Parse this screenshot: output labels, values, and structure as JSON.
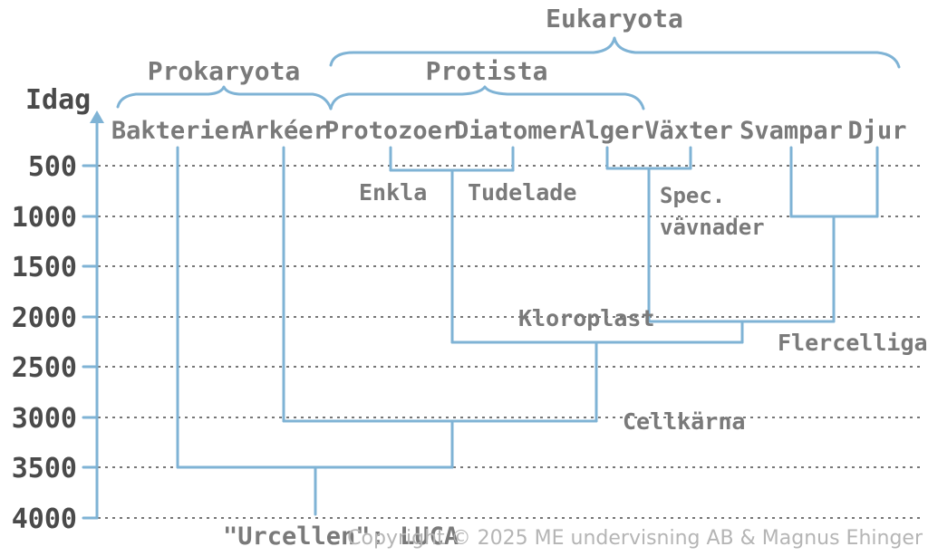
{
  "axis": {
    "top_label": "Idag",
    "ticks": [
      "500",
      "1000",
      "1500",
      "2000",
      "2500",
      "3000",
      "3500",
      "4000"
    ]
  },
  "groups": {
    "eukaryota": "Eukaryota",
    "prokaryota": "Prokaryota",
    "protista": "Protista"
  },
  "taxa": {
    "bakterier": "Bakterier",
    "arkeer": "Arkéer",
    "protozoer": "Protozoer",
    "diatomer": "Diatomer",
    "alger": "Alger",
    "vaxter": "Växter",
    "svampar": "Svampar",
    "djur": "Djur"
  },
  "events": {
    "enkla": "Enkla",
    "tudelade": "Tudelade",
    "spec_line1": "Spec.",
    "spec_line2": "vävnader",
    "kloroplast": "Kloroplast",
    "flercelliga": "Flercelliga",
    "cellkarna": "Cellkärna",
    "luca": "\"Urcellen\": LUCA"
  },
  "copyright": "Copyright © 2025 ME undervisning AB & Magnus Ehinger",
  "colors": {
    "branch": "#7fb3d5",
    "label": "#7a7a7a",
    "axis_text": "#4a4a4a",
    "copyright": "#b5b5b5"
  }
}
